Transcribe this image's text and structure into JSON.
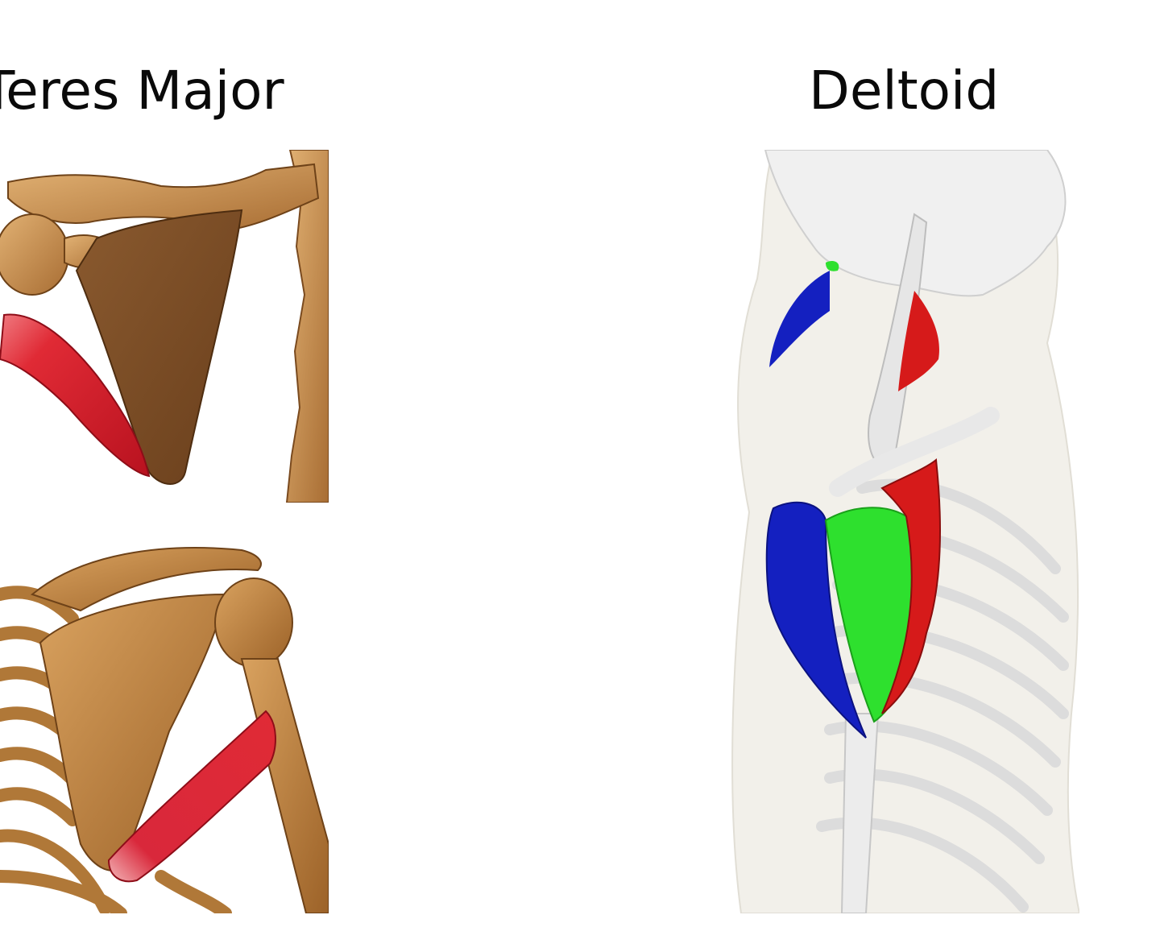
{
  "titles": {
    "left": "Teres Major",
    "right": "Deltoid"
  },
  "colors": {
    "bone": "#c9924f",
    "bone_dark": "#8a5a2c",
    "scapula_shadow": "#7a4b25",
    "teres_muscle": "#e02a35",
    "deltoid_anterior": "#2ee02e",
    "deltoid_posterior": "#1420c0",
    "deltoid_lateral": "#d61a1a",
    "skeleton": "#eeeeee",
    "skin": "#f2f0ea"
  },
  "illustrations": {
    "top_left": "teres-major-anterior-illustration",
    "bottom_left": "teres-major-posterior-illustration",
    "right": "deltoid-lateral-3d-illustration"
  }
}
